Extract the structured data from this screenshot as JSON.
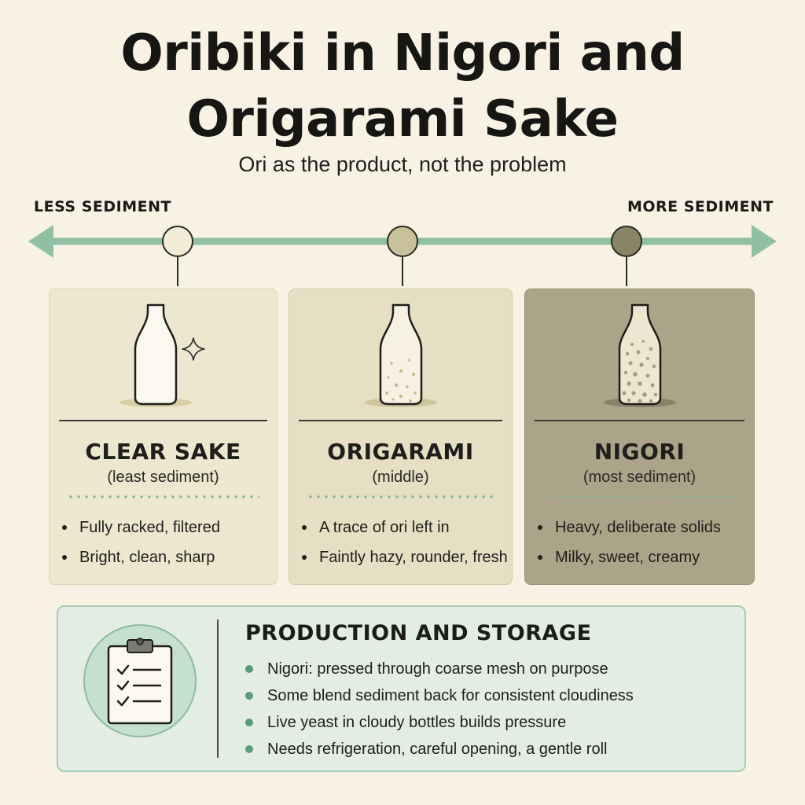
{
  "title": {
    "line1": "Oribiki in Nigori and",
    "line2": "Origarami Sake"
  },
  "subtitle": "Ori as the product, not the problem",
  "scale": {
    "left_label": "LESS SEDIMENT",
    "right_label": "MORE SEDIMENT"
  },
  "colors": {
    "axis": "#8fc0a3",
    "marker_clear": "#f2ebd6",
    "marker_origarami": "#c9c19a",
    "marker_nigori": "#8a8466",
    "panel_bullet": "#5a9a78"
  },
  "cards": [
    {
      "name": "CLEAR SAKE",
      "sub": "(least sediment)",
      "icon": "clear-bottle-sparkle-icon",
      "bullets": [
        "Fully racked, filtered",
        "Bright, clean, sharp"
      ]
    },
    {
      "name": "ORIGARAMI",
      "sub": "(middle)",
      "icon": "lightly-speckled-bottle-icon",
      "bullets": [
        "A trace of ori left in",
        "Faintly hazy, rounder, fresh"
      ]
    },
    {
      "name": "NIGORI",
      "sub": "(most sediment)",
      "icon": "heavily-speckled-bottle-icon",
      "bullets": [
        "Heavy, deliberate solids",
        "Milky, sweet, creamy"
      ]
    }
  ],
  "panel": {
    "icon": "clipboard-checklist-icon",
    "title": "PRODUCTION AND STORAGE",
    "bullets": [
      "Nigori: pressed through coarse mesh on purpose",
      "Some blend sediment back for consistent cloudiness",
      "Live yeast in cloudy bottles builds pressure",
      "Needs refrigeration, careful opening, a gentle roll"
    ]
  }
}
